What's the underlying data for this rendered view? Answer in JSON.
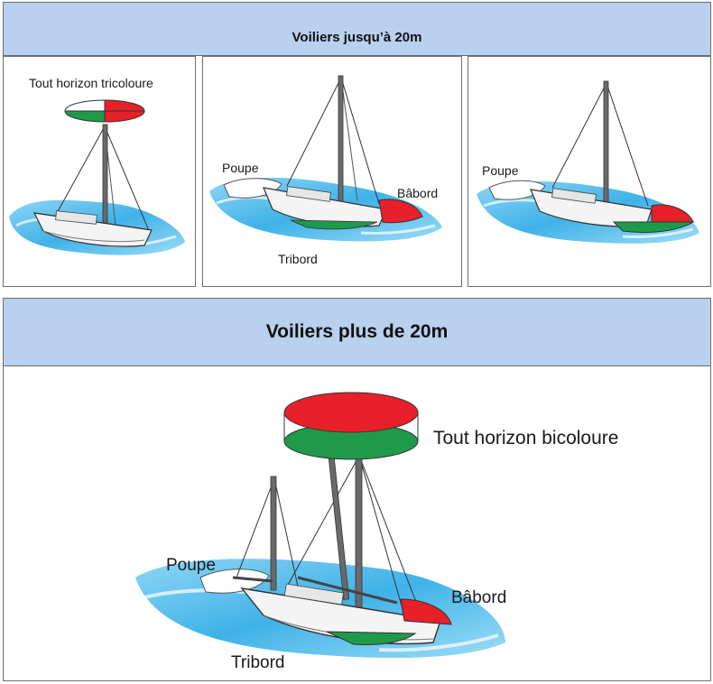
{
  "header_top": "Voiliers jusqu’à 20m",
  "header_bottom": "Voiliers plus de 20m",
  "panel1": {
    "label_light": "Tout horizon tricoloure"
  },
  "panel2": {
    "label_stern": "Poupe",
    "label_port": "Bâbord",
    "label_starboard": "Tribord"
  },
  "panel3": {
    "label_stern": "Poupe"
  },
  "panel4": {
    "label_light": "Tout horizon bicoloure",
    "label_stern": "Poupe",
    "label_port": "Bâbord",
    "label_starboard": "Tribord"
  },
  "colors": {
    "header": "#b9d0ee",
    "red": "#e8202a",
    "green": "#1f9a4a",
    "water": "#3fb2e8",
    "hull": "#f4f4f4"
  }
}
